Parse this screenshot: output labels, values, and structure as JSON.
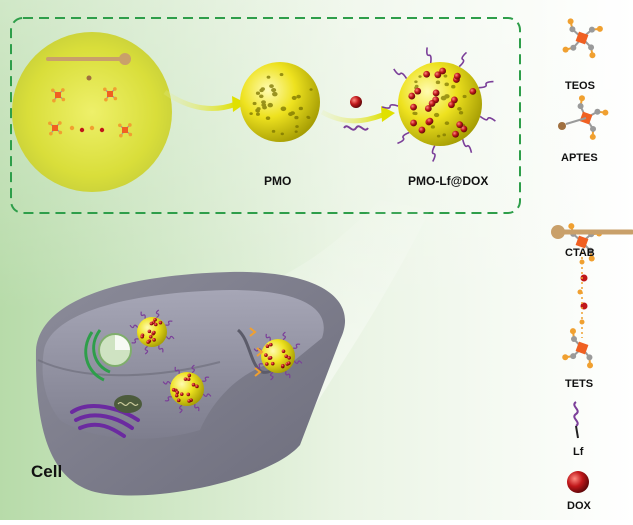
{
  "labels": {
    "pmo": "PMO",
    "pmo_lf_dox": "PMO-Lf@DOX",
    "cell": "Cell"
  },
  "legend": {
    "teos": "TEOS",
    "aptes": "APTES",
    "ctab": "CTAB",
    "tets": "TETS",
    "lf": "Lf",
    "dox": "DOX"
  },
  "colors": {
    "nanoparticle_yellow": "#e8e021",
    "dox_red": "#c0171a",
    "lf_purple": "#7b3f99",
    "silica_orange": "#f0a030",
    "silica_core": "#f06022",
    "silica_gray": "#9a9a9a",
    "ctab_tan": "#c9a06a",
    "cell_gray": "#8a8a98",
    "frame_green": "#2e9e4a"
  }
}
